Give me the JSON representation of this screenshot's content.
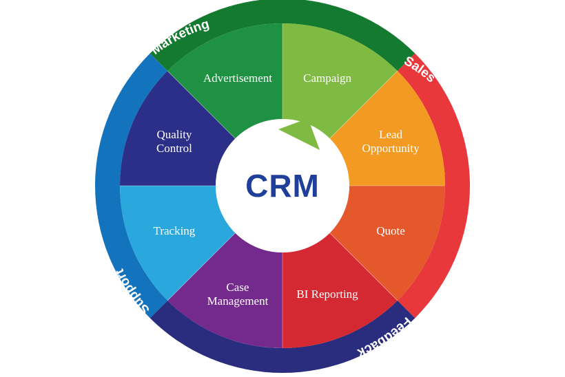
{
  "center": {
    "label": "CRM"
  },
  "ring": [
    {
      "key": "marketing",
      "label": "Marketing",
      "color": "#147a2f"
    },
    {
      "key": "sales",
      "label": "Sales",
      "color": "#e8383b"
    },
    {
      "key": "feedback",
      "label": "Feedback",
      "color": "#2a2d7e"
    },
    {
      "key": "support",
      "label": "Support",
      "color": "#1473bd"
    }
  ],
  "segments": [
    {
      "key": "campaign",
      "lines": [
        "Campaign"
      ],
      "color": "#7fba42"
    },
    {
      "key": "lead",
      "lines": [
        "Lead",
        "Opportunity"
      ],
      "color": "#f29a22"
    },
    {
      "key": "quote",
      "lines": [
        "Quote"
      ],
      "color": "#e5582b"
    },
    {
      "key": "bi",
      "lines": [
        "BI Reporting"
      ],
      "color": "#d42932"
    },
    {
      "key": "case",
      "lines": [
        "Case",
        "Management"
      ],
      "color": "#742a8d"
    },
    {
      "key": "tracking",
      "lines": [
        "Tracking"
      ],
      "color": "#2aa7dd"
    },
    {
      "key": "quality",
      "lines": [
        "Quality",
        "Control"
      ],
      "color": "#2b2f87"
    },
    {
      "key": "advert",
      "lines": [
        "Advertisement"
      ],
      "color": "#1f9142"
    }
  ]
}
